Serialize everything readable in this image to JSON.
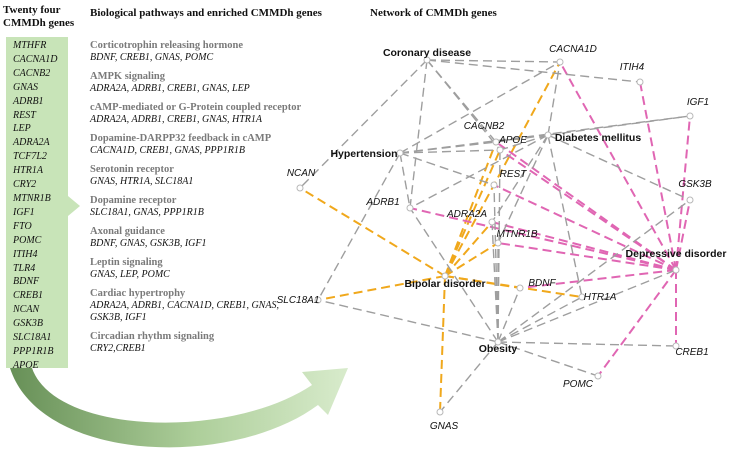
{
  "left_panel": {
    "title_line1": "Twenty four",
    "title_line2": "CMMDh genes",
    "genes": [
      "MTHFR",
      "CACNA1D",
      "CACNB2",
      "GNAS",
      "ADRB1",
      "REST",
      "LEP",
      "ADRA2A",
      "TCF7L2",
      "HTR1A",
      "CRY2",
      "MTNR1B",
      "IGF1",
      "FTO",
      "POMC",
      "ITIH4",
      "TLR4",
      "BDNF",
      "CREB1",
      "NCAN",
      "GSK3B",
      "SLC18A1",
      "PPP1R1B",
      "APOE"
    ]
  },
  "middle_panel": {
    "title": "Biological pathways and enriched CMMDh genes",
    "pathways": [
      {
        "name": "Corticotrophin releasing hormone",
        "genes": "BDNF, CREB1, GNAS, POMC"
      },
      {
        "name": "AMPK signaling",
        "genes": "ADRA2A, ADRB1, CREB1, GNAS, LEP"
      },
      {
        "name": "cAMP-mediated or G-Protein coupled receptor",
        "genes": "ADRA2A, ADRB1, CREB1, GNAS, HTR1A"
      },
      {
        "name": "Dopamine-DARPP32 feedback in cAMP",
        "genes": "CACNA1D, CREB1, GNAS, PPP1R1B"
      },
      {
        "name": "Serotonin receptor",
        "genes": "GNAS, HTR1A, SLC18A1"
      },
      {
        "name": "Dopamine receptor",
        "genes": "SLC18A1, GNAS, PPP1R1B"
      },
      {
        "name": "Axonal guidance",
        "genes": "BDNF, GNAS, GSK3B, IGF1"
      },
      {
        "name": "Leptin signaling",
        "genes": "GNAS, LEP, POMC"
      },
      {
        "name": "Cardiac hypertrophy",
        "genes": "ADRA2A, ADRB1, CACNA1D, CREB1, GNAS, GSK3B, IGF1"
      },
      {
        "name": "Circadian rhythm signaling",
        "genes": "CRY2,CREB1"
      }
    ]
  },
  "network": {
    "title": "Network of CMMDh genes",
    "colors": {
      "gray": "#9e9e9e",
      "orange": "#f0a81c",
      "pink": "#e066b3",
      "green_panel": "#c8e4b8"
    },
    "disease_nodes": [
      {
        "id": "coronary",
        "label": "Coronary disease"
      },
      {
        "id": "diabetes",
        "label": "Diabetes mellitus"
      },
      {
        "id": "hypertension",
        "label": "Hypertension"
      },
      {
        "id": "depressive",
        "label": "Depressive disorder"
      },
      {
        "id": "bipolar",
        "label": "Bipolar disorder"
      },
      {
        "id": "obesity",
        "label": "Obesity"
      }
    ],
    "gene_nodes": [
      {
        "id": "CACNA1D",
        "label": "CACNA1D"
      },
      {
        "id": "ITIH4",
        "label": "ITIH4"
      },
      {
        "id": "IGF1",
        "label": "IGF1"
      },
      {
        "id": "CACNB2",
        "label": "CACNB2"
      },
      {
        "id": "APOE",
        "label": "APOE"
      },
      {
        "id": "NCAN",
        "label": "NCAN"
      },
      {
        "id": "REST",
        "label": "REST"
      },
      {
        "id": "GSK3B",
        "label": "GSK3B"
      },
      {
        "id": "ADRB1",
        "label": "ADRB1"
      },
      {
        "id": "ADRA2A",
        "label": "ADRA2A"
      },
      {
        "id": "MTNR1B",
        "label": "MTNR1B"
      },
      {
        "id": "BDNF",
        "label": "BDNF"
      },
      {
        "id": "SLC18A1",
        "label": "SLC18A1"
      },
      {
        "id": "HTR1A",
        "label": "HTR1A"
      },
      {
        "id": "CREB1",
        "label": "CREB1"
      },
      {
        "id": "POMC",
        "label": "POMC"
      },
      {
        "id": "GNAS",
        "label": "GNAS"
      }
    ],
    "edges": [
      {
        "from": "bipolar",
        "to": "CACNA1D",
        "color": "orange"
      },
      {
        "from": "bipolar",
        "to": "CACNB2",
        "color": "orange"
      },
      {
        "from": "bipolar",
        "to": "APOE",
        "color": "orange"
      },
      {
        "from": "bipolar",
        "to": "NCAN",
        "color": "orange"
      },
      {
        "from": "bipolar",
        "to": "SLC18A1",
        "color": "orange"
      },
      {
        "from": "bipolar",
        "to": "BDNF",
        "color": "orange"
      },
      {
        "from": "bipolar",
        "to": "HTR1A",
        "color": "orange"
      },
      {
        "from": "bipolar",
        "to": "MTNR1B",
        "color": "orange"
      },
      {
        "from": "bipolar",
        "to": "ADRA2A",
        "color": "orange"
      },
      {
        "from": "bipolar",
        "to": "GNAS",
        "color": "orange"
      },
      {
        "from": "depressive",
        "to": "CACNA1D",
        "color": "pink"
      },
      {
        "from": "depressive",
        "to": "ITIH4",
        "color": "pink"
      },
      {
        "from": "depressive",
        "to": "IGF1",
        "color": "pink"
      },
      {
        "from": "depressive",
        "to": "APOE",
        "color": "pink"
      },
      {
        "from": "depressive",
        "to": "GSK3B",
        "color": "pink"
      },
      {
        "from": "depressive",
        "to": "REST",
        "color": "pink"
      },
      {
        "from": "depressive",
        "to": "ADRB1",
        "color": "pink"
      },
      {
        "from": "depressive",
        "to": "ADRA2A",
        "color": "pink"
      },
      {
        "from": "depressive",
        "to": "MTNR1B",
        "color": "pink"
      },
      {
        "from": "depressive",
        "to": "BDNF",
        "color": "pink"
      },
      {
        "from": "depressive",
        "to": "CREB1",
        "color": "pink"
      },
      {
        "from": "depressive",
        "to": "POMC",
        "color": "pink"
      },
      {
        "from": "depressive",
        "to": "CACNB2",
        "color": "pink"
      },
      {
        "from": "coronary",
        "to": "CACNA1D",
        "color": "gray"
      },
      {
        "from": "coronary",
        "to": "APOE",
        "color": "gray"
      },
      {
        "from": "coronary",
        "to": "NCAN",
        "color": "gray"
      },
      {
        "from": "coronary",
        "to": "ADRB1",
        "color": "gray"
      },
      {
        "from": "coronary",
        "to": "CACNB2",
        "color": "gray"
      },
      {
        "from": "coronary",
        "to": "ITIH4",
        "color": "gray"
      },
      {
        "from": "diabetes",
        "to": "CACNA1D",
        "color": "gray"
      },
      {
        "from": "diabetes",
        "to": "IGF1",
        "color": "gray"
      },
      {
        "from": "diabetes",
        "to": "GSK3B",
        "color": "gray"
      },
      {
        "from": "diabetes",
        "to": "APOE",
        "color": "gray"
      },
      {
        "from": "diabetes",
        "to": "ADRB1",
        "color": "gray"
      },
      {
        "from": "diabetes",
        "to": "ADRA2A",
        "color": "gray"
      },
      {
        "from": "diabetes",
        "to": "MTNR1B",
        "color": "gray"
      },
      {
        "from": "diabetes",
        "to": "HTR1A",
        "color": "gray"
      },
      {
        "from": "diabetes",
        "to": "CACNB2",
        "color": "gray"
      },
      {
        "from": "hypertension",
        "to": "CACNA1D",
        "color": "gray"
      },
      {
        "from": "hypertension",
        "to": "ADRB1",
        "color": "gray"
      },
      {
        "from": "hypertension",
        "to": "APOE",
        "color": "gray"
      },
      {
        "from": "hypertension",
        "to": "REST",
        "color": "gray"
      },
      {
        "from": "hypertension",
        "to": "IGF1",
        "color": "gray"
      },
      {
        "from": "hypertension",
        "to": "SLC18A1",
        "color": "gray"
      },
      {
        "from": "hypertension",
        "to": "CACNB2",
        "color": "gray"
      },
      {
        "from": "obesity",
        "to": "ADRB1",
        "color": "gray"
      },
      {
        "from": "obesity",
        "to": "ADRA2A",
        "color": "gray"
      },
      {
        "from": "obesity",
        "to": "MTNR1B",
        "color": "gray"
      },
      {
        "from": "obesity",
        "to": "BDNF",
        "color": "gray"
      },
      {
        "from": "obesity",
        "to": "SLC18A1",
        "color": "gray"
      },
      {
        "from": "obesity",
        "to": "CREB1",
        "color": "gray"
      },
      {
        "from": "obesity",
        "to": "POMC",
        "color": "gray"
      },
      {
        "from": "obesity",
        "to": "GNAS",
        "color": "gray"
      },
      {
        "from": "obesity",
        "to": "APOE",
        "color": "gray"
      },
      {
        "from": "obesity",
        "to": "REST",
        "color": "gray"
      },
      {
        "from": "obesity",
        "to": "HTR1A",
        "color": "gray"
      },
      {
        "from": "obesity",
        "to": "GSK3B",
        "color": "gray"
      },
      {
        "from": "obesity",
        "to": "depressive",
        "color": "gray"
      }
    ]
  }
}
